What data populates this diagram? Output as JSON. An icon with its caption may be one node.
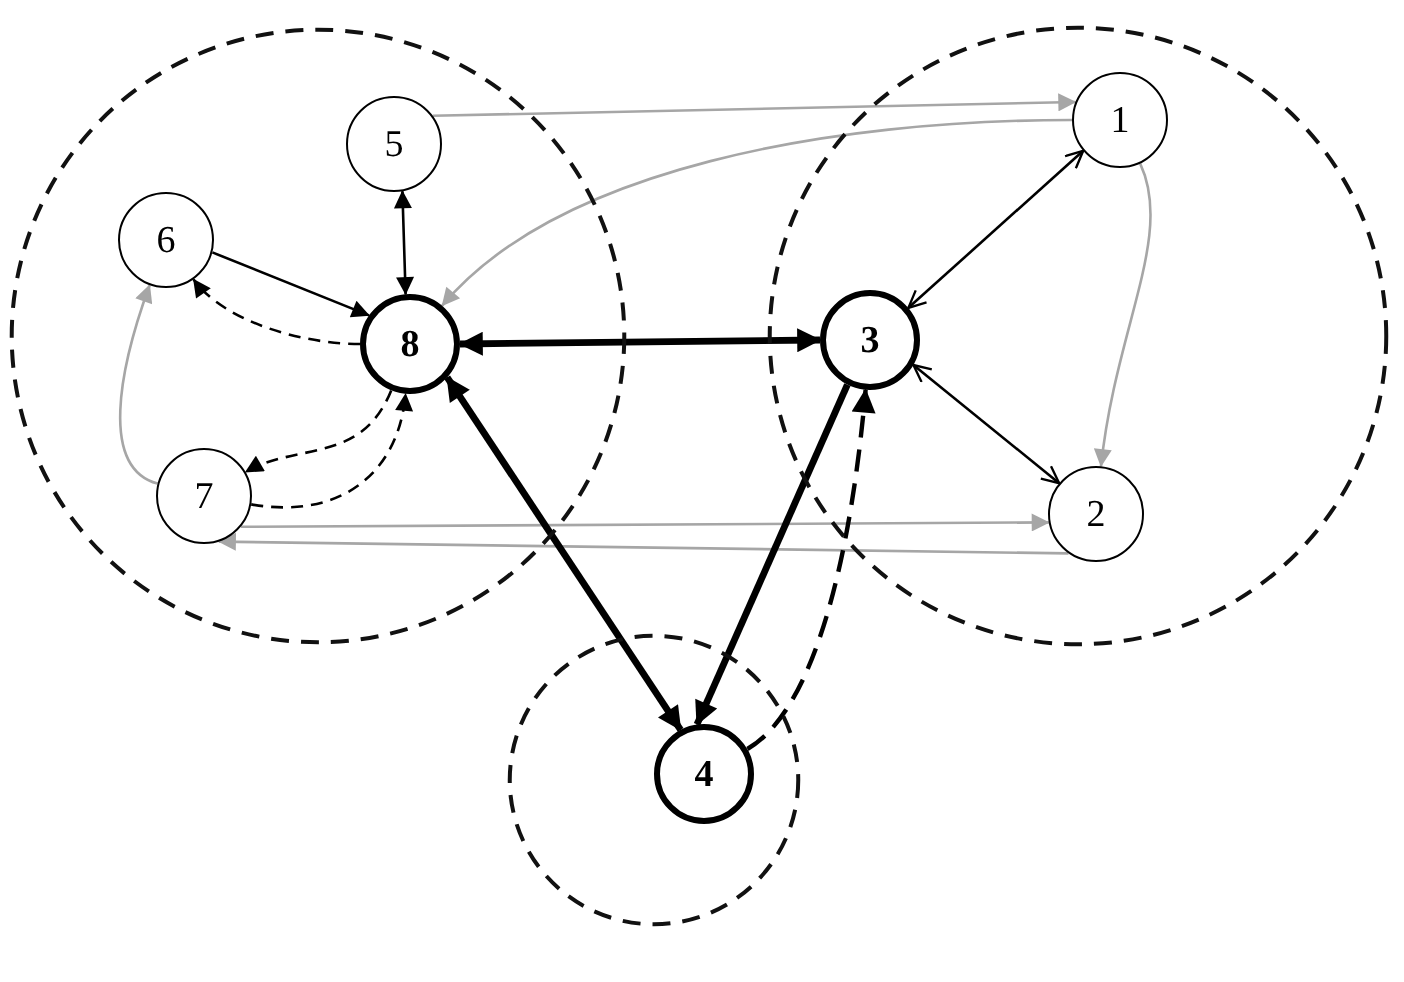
{
  "diagram": {
    "nodes": [
      {
        "text": [],
        "shape": "circle"
      },
      {
        "text": [
          "5"
        ],
        "in": 0
      },
      {
        "text": [
          "6"
        ],
        "in": 0
      },
      {
        "text": [
          "8"
        ],
        "in": 0
      },
      {
        "text": [
          "7"
        ],
        "in": 0
      },
      {
        "text": [],
        "shape": "circle"
      },
      {
        "text": [
          "1"
        ],
        "in": 5
      },
      {
        "text": [
          "3"
        ],
        "in": 5
      },
      {
        "text": [
          "2"
        ],
        "in": 5
      },
      {
        "text": [],
        "shape": "circle"
      },
      {
        "text": [
          "4"
        ],
        "in": 9
      }
    ],
    "edges": [
      {
        "from": 1,
        "to": 6,
        "arrow": "to",
        "color": "#a6a6a6"
      },
      {
        "from": 6,
        "to": 3,
        "arrow": "to",
        "color": "#a6a6a6"
      },
      {
        "from": 6,
        "to": 8,
        "arrow": "to",
        "color": "#a6a6a6"
      },
      {
        "from": 6,
        "to": 7,
        "arrow": "both"
      },
      {
        "from": 7,
        "to": 8,
        "arrow": "both"
      },
      {
        "from": 1,
        "to": 3,
        "arrow": "both"
      },
      {
        "from": 2,
        "to": 3,
        "arrow": "to"
      },
      {
        "from": 3,
        "to": 2,
        "arrow": "to",
        "style": "dashed"
      },
      {
        "from": 4,
        "to": 2,
        "arrow": "to",
        "color": "#a6a6a6"
      },
      {
        "from": 3,
        "to": 4,
        "arrow": "to",
        "style": "dashed"
      },
      {
        "from": 4,
        "to": 3,
        "arrow": "to",
        "style": "dashed"
      },
      {
        "from": 4,
        "to": 8,
        "arrow": "to",
        "color": "#a6a6a6"
      },
      {
        "from": 8,
        "to": 4,
        "arrow": "to",
        "color": "#a6a6a6"
      },
      {
        "from": 3,
        "to": 7,
        "arrow": "both",
        "style": "thick"
      },
      {
        "from": 3,
        "to": 10,
        "arrow": "both",
        "style": "thick"
      },
      {
        "from": 7,
        "to": 10,
        "arrow": "to",
        "style": "thick"
      },
      {
        "from": 10,
        "to": 7,
        "arrow": "to",
        "style": "dashed"
      }
    ]
  }
}
